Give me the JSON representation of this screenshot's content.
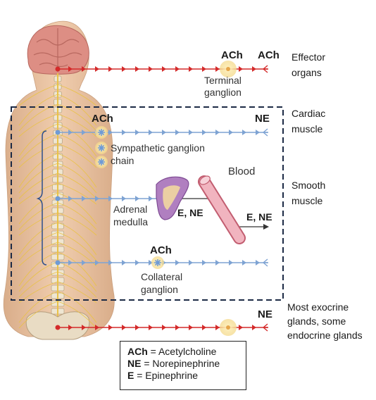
{
  "labels": {
    "ach_top_1": "ACh",
    "ach_top_2": "ACh",
    "terminal_ganglion": [
      "Terminal",
      "ganglion"
    ],
    "effector_organs": [
      "Effector",
      "organs"
    ],
    "ach_sympathetic": "ACh",
    "ne_cardiac": "NE",
    "cardiac_muscle": [
      "Cardiac",
      "muscle"
    ],
    "sympathetic_chain": [
      "Sympathetic ganglion",
      "chain"
    ],
    "blood": "Blood",
    "smooth_muscle": [
      "Smooth",
      "muscle"
    ],
    "adrenal_medulla": [
      "Adrenal",
      "medulla"
    ],
    "adrenal_output": "E, NE",
    "blood_output": "E, NE",
    "ach_collateral": "ACh",
    "collateral_ganglion": [
      "Collateral",
      "ganglion"
    ],
    "ne_bottom": "NE",
    "exocrine_glands": [
      "Most exocrine",
      "glands, some",
      "endocrine glands"
    ]
  },
  "legend": [
    {
      "abbr": "ACh",
      "def": "= Acetylcholine"
    },
    {
      "abbr": "NE",
      "def": "= Norepinephrine"
    },
    {
      "abbr": "E",
      "def": "= Epinephrine"
    }
  ],
  "colors": {
    "parasympathetic": "#d42a2a",
    "sympathetic": "#7ea3d3",
    "dashed_box": "#1c2a45",
    "skin": "#e7c2a2",
    "brain": "#dd8e84",
    "ganglion_glow": "#f6e2a6",
    "adrenal": "#b07fc0",
    "blood_vessel": "#e08a9a"
  }
}
